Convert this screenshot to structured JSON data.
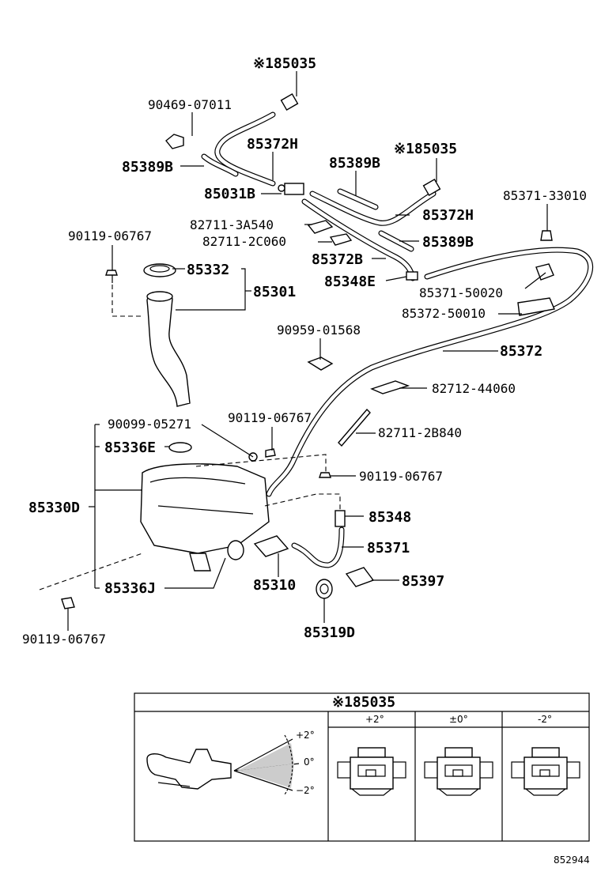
{
  "labels": {
    "l_85035_top": "※185035",
    "l_90469": "90469-07011",
    "l_85372H_a": "85372H",
    "l_85389B_a": "85389B",
    "l_85389B_b": "85389B",
    "l_85035_mid": "※185035",
    "l_85031B": "85031B",
    "l_85372H_b": "85372H",
    "l_85371_33010": "85371-33010",
    "l_82711_3A540": "82711-3A540",
    "l_82711_2C060": "82711-2C060",
    "l_85389B_c": "85389B",
    "l_90119_a": "90119-06767",
    "l_85372B": "85372B",
    "l_85332": "85332",
    "l_85348E": "85348E",
    "l_85371_50020": "85371-50020",
    "l_85301": "85301",
    "l_85372_50010": "85372-50010",
    "l_90959": "90959-01568",
    "l_85372": "85372",
    "l_82712": "82712-44060",
    "l_90099": "90099-05271",
    "l_90119_b": "90119-06767",
    "l_82711_2B840": "82711-2B840",
    "l_85336E": "85336E",
    "l_90119_c": "90119-06767",
    "l_85330D": "85330D",
    "l_85348": "85348",
    "l_85371": "85371",
    "l_85310": "85310",
    "l_85397": "85397",
    "l_85336J": "85336J",
    "l_85319D": "85319D",
    "l_90119_d": "90119-06767"
  },
  "inset": {
    "title": "※185035",
    "angle_labels": [
      "+2°",
      "0°",
      "−2°"
    ],
    "columns": [
      "+2°",
      "±0°",
      "-2°"
    ]
  },
  "drawing_number": "852944"
}
